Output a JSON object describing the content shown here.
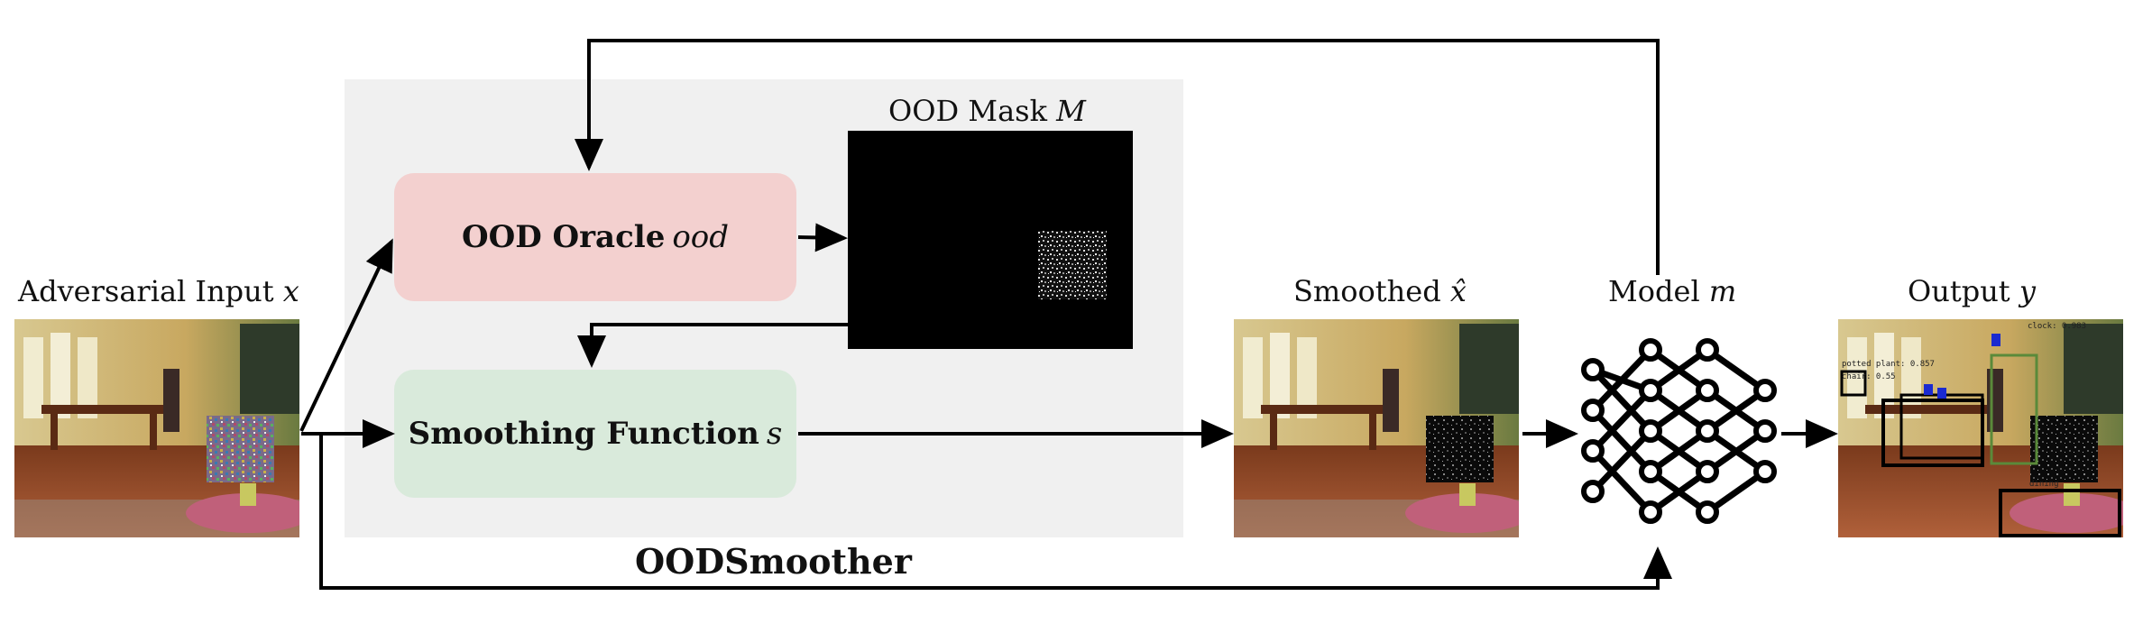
{
  "labels": {
    "adversarial_input": "Adversarial Input",
    "adversarial_var": "x",
    "mask_title": "OOD Mask",
    "mask_var": "M",
    "smoothed": "Smoothed",
    "smoothed_var": "x̂",
    "model": "Model",
    "model_var": "m",
    "output": "Output",
    "output_var": "y"
  },
  "boxes": {
    "oracle_title": "OOD Oracle",
    "oracle_var": "ood",
    "smoothing_title": "Smoothing Function",
    "smoothing_var": "s"
  },
  "system_name": "OODSmoother",
  "detections": {
    "d1": "potted plant: 0.857",
    "d2": "clock: 0.983",
    "d3": "chair: 0.55",
    "d4": "dining"
  },
  "colors": {
    "oracle_fill": "#f3d0cf",
    "smoothing_fill": "#d9eadb",
    "panel_fill": "#f0f0f0",
    "mask_fill": "#000000",
    "arrow": "#000000"
  },
  "icons": {
    "network": "neural-network-icon"
  }
}
